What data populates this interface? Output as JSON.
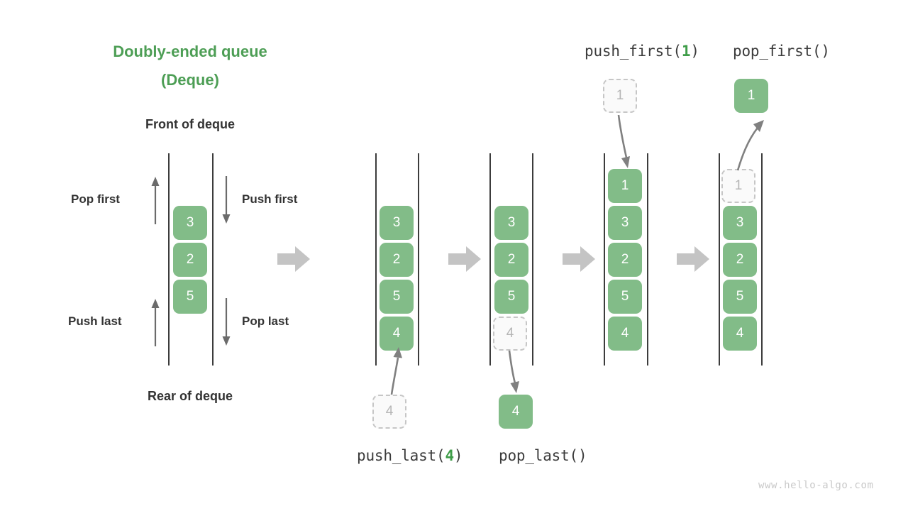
{
  "title": {
    "line1": "Doubly-ended queue",
    "line2": "(Deque)"
  },
  "labels": {
    "front": "Front of deque",
    "rear": "Rear of deque",
    "pop_first": "Pop first",
    "push_first": "Push first",
    "push_last": "Push last",
    "pop_last": "Pop last"
  },
  "operations": {
    "push_first": {
      "name": "push_first(",
      "arg": "1",
      "close": ")"
    },
    "pop_first": {
      "name": "pop_first()",
      "arg": "",
      "close": ""
    },
    "push_last": {
      "name": "push_last(",
      "arg": "4",
      "close": ")"
    },
    "pop_last": {
      "name": "pop_last()",
      "arg": "",
      "close": ""
    }
  },
  "panels": {
    "overview": {
      "items": [
        "3",
        "2",
        "5"
      ]
    },
    "push_last_before": {
      "items": [
        "3",
        "2",
        "5",
        "4"
      ],
      "incoming": "4"
    },
    "pop_last_after": {
      "items": [
        "3",
        "2",
        "5"
      ],
      "removed": "4",
      "ejected": "4"
    },
    "push_first_after": {
      "items": [
        "1",
        "3",
        "2",
        "5",
        "4"
      ],
      "incoming": "1"
    },
    "pop_first_after": {
      "items": [
        "3",
        "2",
        "5",
        "4"
      ],
      "removed": "1",
      "ejected": "1"
    }
  },
  "colors": {
    "element": "#82bc88",
    "title": "#4d9e55",
    "ghost_fill": "#fafafa",
    "ghost_border": "#c6c6c6",
    "ghost_text": "#b5b5b5",
    "rail": "#3c3c3c",
    "block_arrow": "#c4c4c4",
    "motion_arrow": "#808080",
    "label_text": "#333333"
  },
  "watermark": "www.hello-algo.com"
}
